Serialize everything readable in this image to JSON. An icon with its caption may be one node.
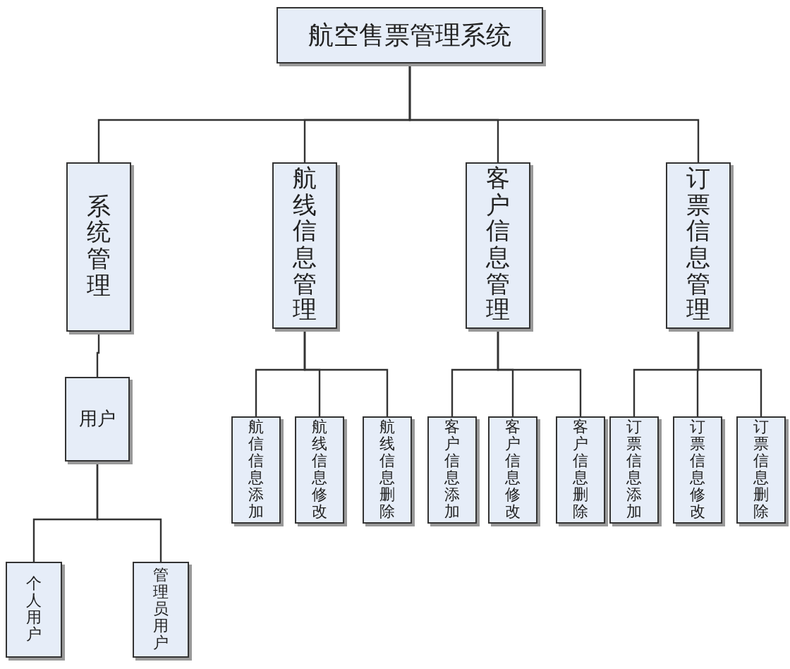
{
  "diagram": {
    "nodes": [
      {
        "text": [
          "航空售票管理系统"
        ]
      },
      {
        "text": [
          "系统管理"
        ]
      },
      {
        "text": [
          "用户"
        ]
      },
      {
        "text": [
          "个人用户"
        ]
      },
      {
        "text": [
          "管理员用户"
        ]
      },
      {
        "text": [
          "航线信息管理"
        ]
      },
      {
        "text": [
          "航信信息添加"
        ]
      },
      {
        "text": [
          "航线信息修改"
        ]
      },
      {
        "text": [
          "航线信息删除"
        ]
      },
      {
        "text": [
          "客户信息管理"
        ]
      },
      {
        "text": [
          "客户信息添加"
        ]
      },
      {
        "text": [
          "客户信息修改"
        ]
      },
      {
        "text": [
          "客户信息删除"
        ]
      },
      {
        "text": [
          "订票信息管理"
        ]
      },
      {
        "text": [
          "订票信息添加"
        ]
      },
      {
        "text": [
          "订票信息修改"
        ]
      },
      {
        "text": [
          "订票信息删除"
        ]
      }
    ],
    "edges": [
      {
        "from": 0,
        "to": 1,
        "arrow": "none"
      },
      {
        "from": 0,
        "to": 5,
        "arrow": "none"
      },
      {
        "from": 0,
        "to": 9,
        "arrow": "none"
      },
      {
        "from": 0,
        "to": 13,
        "arrow": "none"
      },
      {
        "from": 1,
        "to": 2,
        "arrow": "none"
      },
      {
        "from": 2,
        "to": 3,
        "arrow": "none"
      },
      {
        "from": 2,
        "to": 4,
        "arrow": "none"
      },
      {
        "from": 5,
        "to": 6,
        "arrow": "none"
      },
      {
        "from": 5,
        "to": 7,
        "arrow": "none"
      },
      {
        "from": 5,
        "to": 8,
        "arrow": "none"
      },
      {
        "from": 9,
        "to": 10,
        "arrow": "none"
      },
      {
        "from": 9,
        "to": 11,
        "arrow": "none"
      },
      {
        "from": 9,
        "to": 12,
        "arrow": "none"
      },
      {
        "from": 13,
        "to": 14,
        "arrow": "none"
      },
      {
        "from": 13,
        "to": 15,
        "arrow": "none"
      },
      {
        "from": 13,
        "to": 16,
        "arrow": "none"
      }
    ]
  }
}
